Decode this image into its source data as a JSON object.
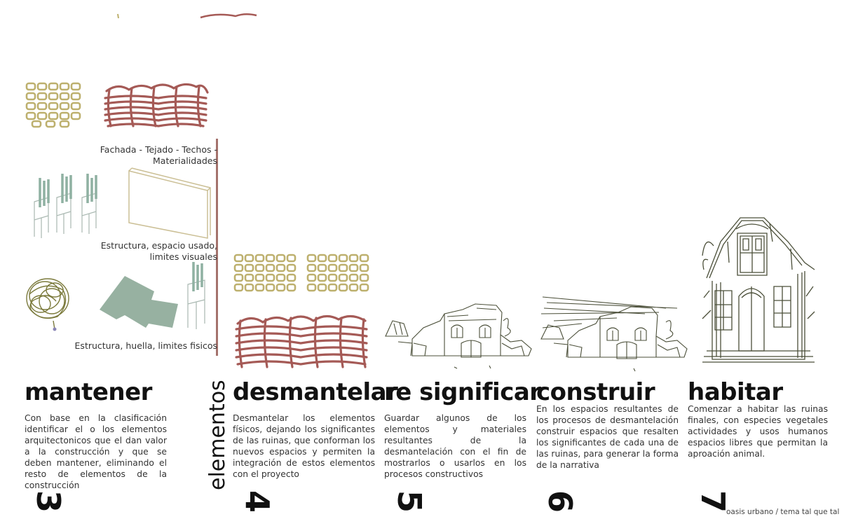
{
  "colors": {
    "tile_tan": "#bdb06e",
    "roof_red": "#a55a56",
    "steel_green": "#8fb1a2",
    "column_gray": "#a9b8b1",
    "slab_outline": "#cbbf95",
    "footprint_green": "#97b1a1",
    "tree_olive": "#7b7a3c",
    "divider": "#a4726c",
    "house_ink": "#4b4f39"
  },
  "left_panel": {
    "captions": {
      "facade": "Fachada - Tejado - Techos - Materialidades",
      "structure_space": "Estructura, espacio usado, limites visuales",
      "structure_footprint": "Estructura, huella, limites fisicos"
    },
    "icons": [
      "roof-tile-icon",
      "roof-shingle-icon",
      "steel-column-icon",
      "wall-slab-icon",
      "tree-canopy-icon",
      "footprint-shape-icon",
      "column-icon"
    ]
  },
  "vertical_label": "elementos",
  "steps": [
    {
      "number": "3",
      "title": "mantener",
      "text": "Con base en la clasificación identificar el o los elementos arquitectonicos que el dan valor a la construcción y que se deben mantener, eliminando el resto de elementos de la construcción",
      "image": "none"
    },
    {
      "number": "4",
      "title": "desmantelar",
      "text": "Desmantelar los elementos físicos, dejando los significantes de las ruinas, que conforman los nuevos espacios y permiten la integración de estos elementos con el proyecto",
      "image": "roof-materials-icon"
    },
    {
      "number": "5",
      "title": "re significar",
      "text": "Guardar algunos de los elementos y materiales resultantes de la desmantelación con el fin de mostrarlos o usarlos en los procesos constructivos",
      "image": "ruin-house-icon"
    },
    {
      "number": "6",
      "title": "construir",
      "text": "En los espacios resultantes de los procesos de desmantelación construir espacios que resalten los significantes de cada una de las ruinas, para generar la forma de la narrativa",
      "image": "ruin-with-beams-icon"
    },
    {
      "number": "7",
      "title": "habitar",
      "text": "Comenzar a habitar las ruinas finales, con especies vegetales actividades y usos humanos espacios libres que permitan la aproación animal.",
      "image": "house-icon"
    }
  ],
  "footer": "oasis urbano / tema tal que tal"
}
